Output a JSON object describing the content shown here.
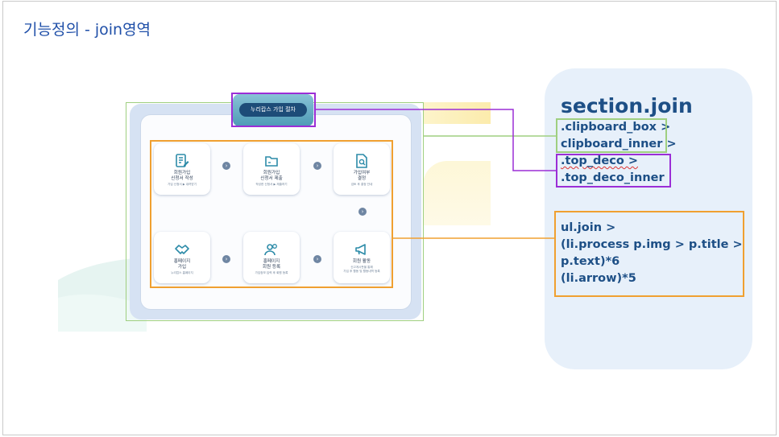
{
  "slide": {
    "title": "기능정의 - join영역"
  },
  "mockup": {
    "top_deco_label": "누리캅스 가입 절차",
    "cards": [
      {
        "title": "회원가입\n신청서 작성",
        "text": "가입 신청서 ▶ 내려받기",
        "icon": "document-edit-icon"
      },
      {
        "title": "회원가입\n신청서 제출",
        "text": "작성한 신청서 ▶ 제출하기",
        "icon": "folder-icon"
      },
      {
        "title": "가입여부\n결정",
        "text": "검토 후 결정 안내",
        "icon": "document-search-icon"
      },
      {
        "title": "홍페이지\n가입",
        "text": "누리캅스 홈페이지",
        "icon": "handshake-icon"
      },
      {
        "title": "홍페이지\n회원 등록",
        "text": "가입정보 입력 후 회원 등록",
        "icon": "users-icon"
      },
      {
        "title": "회원 활동",
        "text": "신고게시판을 통해\n가입 후 활동 및 활동내역 등록",
        "icon": "megaphone-icon"
      }
    ],
    "arrow_glyph": "›"
  },
  "panel": {
    "title": "section.join",
    "clipboard_line1": ".clipboard_box >",
    "clipboard_line2": "clipboard_inner >",
    "topdeco_line1": ".top_deco >",
    "topdeco_line2": ".top_deco_inner",
    "ul_line1": "ul.join >",
    "ul_line2": "(li.process  p.img > p.title >",
    "ul_line3": "p.text)*6",
    "ul_line4": "(li.arrow)*5"
  },
  "colors": {
    "title": "#1f4fa8",
    "code": "#1d4f86",
    "green_outline": "#9fcf80",
    "purple_outline": "#9b2ed6",
    "orange_outline": "#f0a030",
    "panel_bg": "#e7f0fa"
  }
}
